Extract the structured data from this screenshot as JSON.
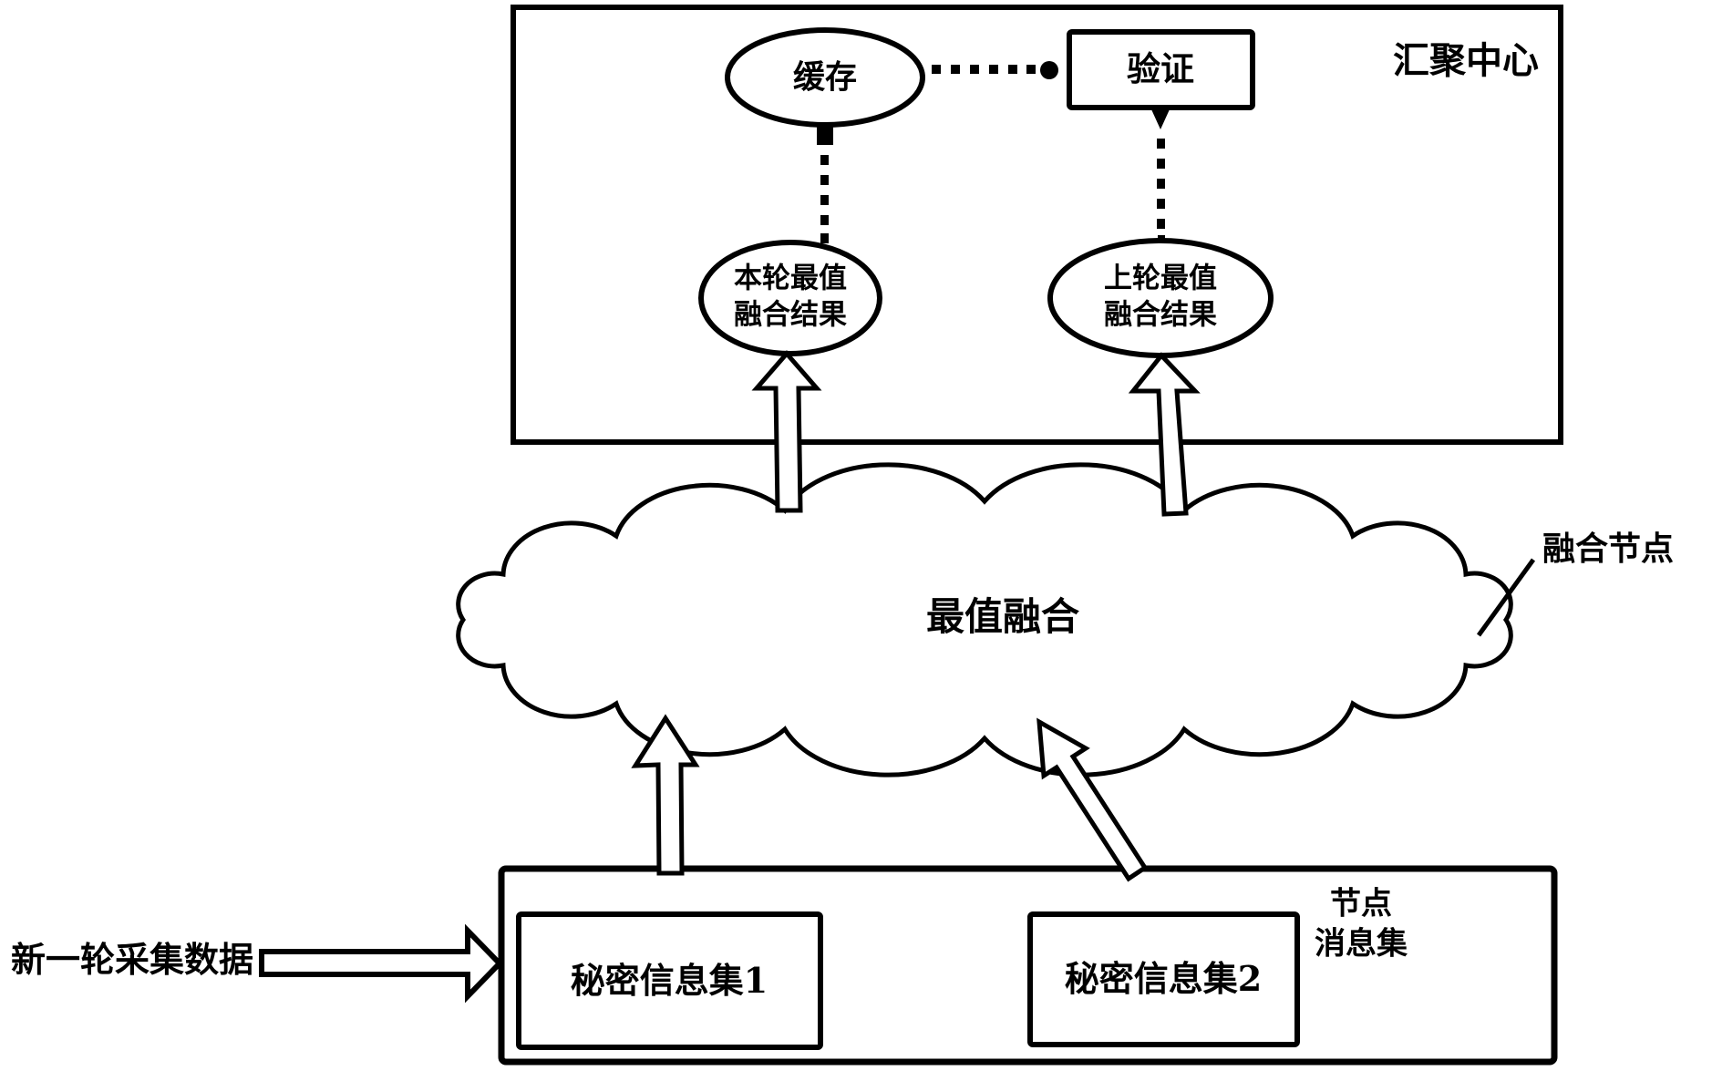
{
  "hub": {
    "title": "汇聚中心",
    "cache_label": "缓存",
    "verify_label": "验证",
    "current_result_line1": "本轮最值",
    "current_result_line2": "融合结果",
    "previous_result_line1": "上轮最值",
    "previous_result_line2": "融合结果"
  },
  "cloud": {
    "label": "最值融合",
    "annotation": "融合节点"
  },
  "nodes": {
    "title_line1": "节点",
    "title_line2": "消息集",
    "secret_set1": "秘密信息集1",
    "secret_set2": "秘密信息集2"
  },
  "input": {
    "label": "新一轮采集数据"
  },
  "colors": {
    "ink": "#000000",
    "paper": "#ffffff"
  }
}
